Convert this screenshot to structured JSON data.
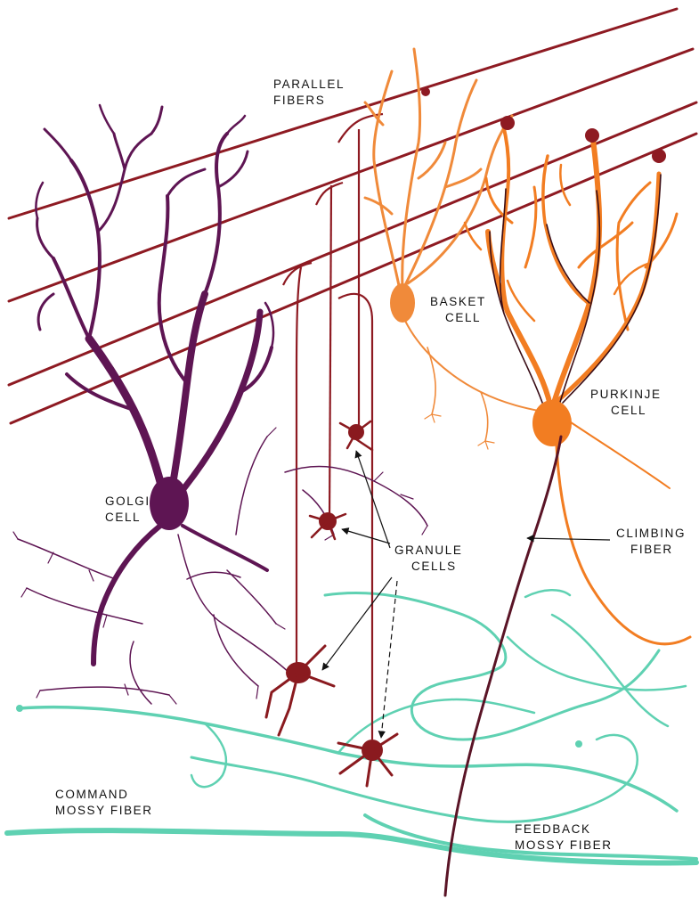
{
  "labels": {
    "parallel_fibers": [
      "PARALLEL",
      "FIBERS"
    ],
    "basket_cell": [
      "BASKET",
      "CELL"
    ],
    "purkinje_cell": [
      "PURKINJE",
      "CELL"
    ],
    "golgi_cell": [
      "GOLGI",
      "CELL"
    ],
    "granule_cells": [
      "GRANULE",
      "CELLS"
    ],
    "climbing_fiber": [
      "CLIMBING",
      "FIBER"
    ],
    "command_mossy_fiber": [
      "COMMAND",
      "MOSSY FIBER"
    ],
    "feedback_mossy_fiber": [
      "FEEDBACK",
      "MOSSY FIBER"
    ]
  },
  "colors": {
    "golgi": "#5e1553",
    "parallel_fiber": "#8e1a22",
    "granule": "#8a1a1f",
    "basket": "#f08a3a",
    "purkinje": "#f27d22",
    "purkinje_dark": "#3a0d16",
    "climbing": "#5a1426",
    "mossy": "#5fd1b2",
    "label_text": "#111111"
  }
}
